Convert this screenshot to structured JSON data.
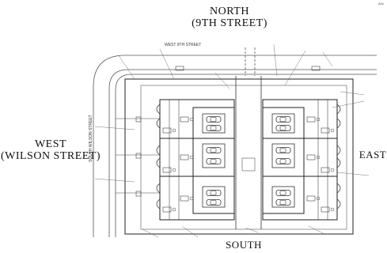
{
  "directions": {
    "north": "NORTH",
    "north_street": "(9TH STREET)",
    "west": "WEST",
    "west_street": "(WILSON STREET)",
    "east": "EAST",
    "south": "SOUTH"
  },
  "street_labels": {
    "top": "WEST 9TH STREET",
    "left": "SOUTH WILSON STREET"
  },
  "page_mark": "A01"
}
